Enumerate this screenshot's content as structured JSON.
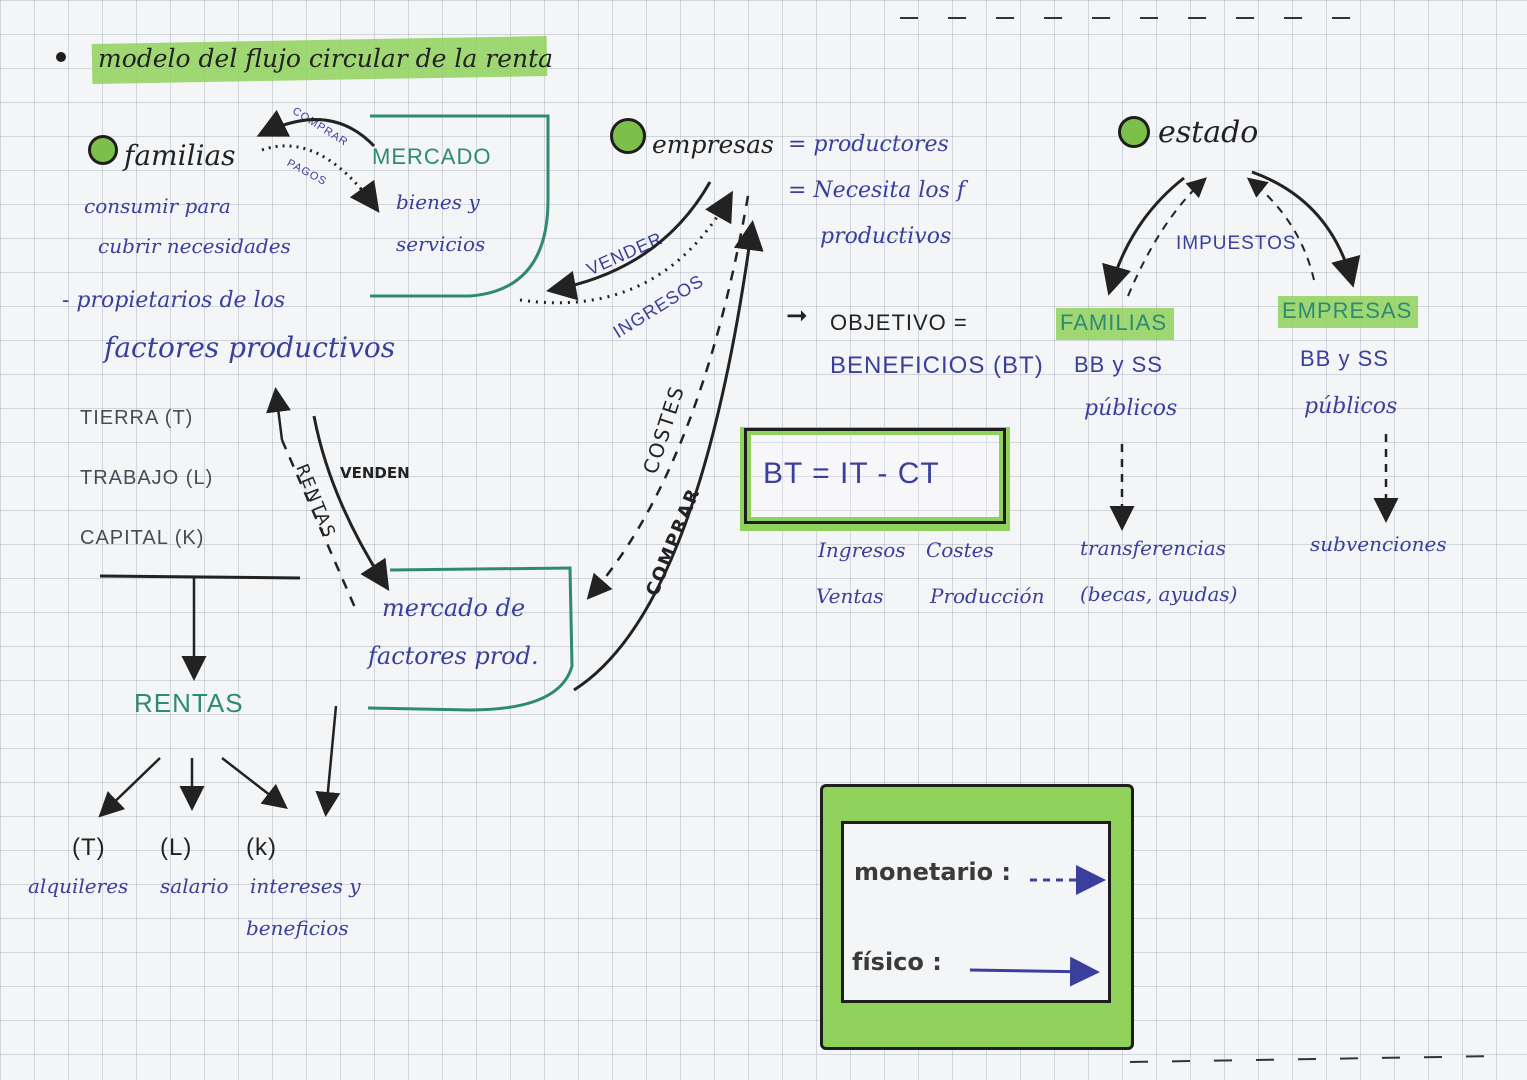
{
  "title": "modelo del flujo circular de la renta",
  "familias": {
    "heading": "familias",
    "line1": "consumir para",
    "line2": "cubrir necesidades",
    "line3": "- propietarios de los",
    "line4": "factores productivos",
    "factor_tierra": "TIERRA (T)",
    "factor_trabajo": "TRABAJO (L)",
    "factor_capital": "CAPITAL (K)",
    "rentas": "RENTAS",
    "paren_t": "(T)",
    "paren_l": "(L)",
    "paren_k": "(k)",
    "alquileres": "alquileres",
    "salario": "salario",
    "intereses": "intereses y",
    "beneficios": "beneficios"
  },
  "mercado_bienes": {
    "heading": "MERCADO",
    "line1": "bienes y",
    "line2": "servicios",
    "comprar": "COMPRAR",
    "pagos": "PAGOS"
  },
  "mercado_factores": {
    "line1": "mercado de",
    "line2": "factores prod."
  },
  "flow_labels": {
    "vender": "VENDER",
    "ingresos": "INGRESOS",
    "costes": "COSTES",
    "comprar": "COMPRAR",
    "venden": "VENDEN",
    "rentas": "RENTAS"
  },
  "empresas": {
    "heading": "empresas",
    "def1": "= productores",
    "def2": "= Necesita los f",
    "def3": "productivos",
    "objetivo_label": "OBJETIVO =",
    "objetivo_value": "BENEFICIOS (BT)",
    "formula": "BT = IT - CT",
    "ingresos": "Ingresos",
    "ventas": "Ventas",
    "costes": "Costes",
    "produccion": "Producción"
  },
  "estado": {
    "heading": "estado",
    "impuestos": "IMPUESTOS",
    "familias": "FAMILIAS",
    "familias_bb": "BB y SS",
    "familias_pub": "públicos",
    "empresas": "EMPRESAS",
    "empresas_bb": "BB y SS",
    "empresas_pub": "públicos",
    "transferencias": "transferencias",
    "transferencias_ej": "(becas, ayudas)",
    "subvenciones": "subvenciones"
  },
  "legend": {
    "monetario": "monetario :",
    "fisico": "físico :"
  },
  "colors": {
    "green_highlight": "#8fd15a",
    "green_dot": "#7cc04a",
    "teal": "#2f8a72",
    "blue_ink": "#3a3f9c",
    "dark_ink": "#1e1e1e"
  }
}
